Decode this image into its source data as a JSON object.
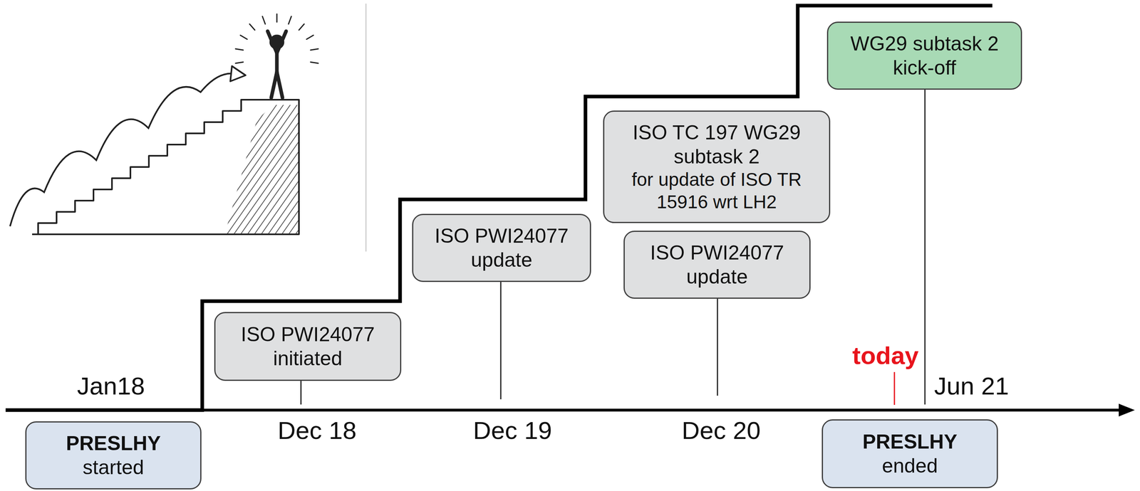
{
  "diagram": {
    "nodes": [
      {
        "text": [
          "PRESLHY",
          "started"
        ]
      },
      {
        "text": [
          "ISO PWI24077 initiated"
        ]
      },
      {
        "text": [
          "ISO PWI24077 update"
        ]
      },
      {
        "text": [
          "ISO TC 197 WG29 subtask 2",
          "for update of ISO TR 15916 wrt LH2"
        ]
      },
      {
        "text": [
          "ISO PWI24077 update"
        ]
      },
      {
        "text": [
          "WG29 subtask 2 kick-off"
        ]
      },
      {
        "text": [
          "PRESLHY",
          "ended"
        ]
      }
    ],
    "labels": [
      "Jan18",
      "Dec 18",
      "Dec 19",
      "Dec 20",
      "today",
      "Jun 21"
    ]
  }
}
